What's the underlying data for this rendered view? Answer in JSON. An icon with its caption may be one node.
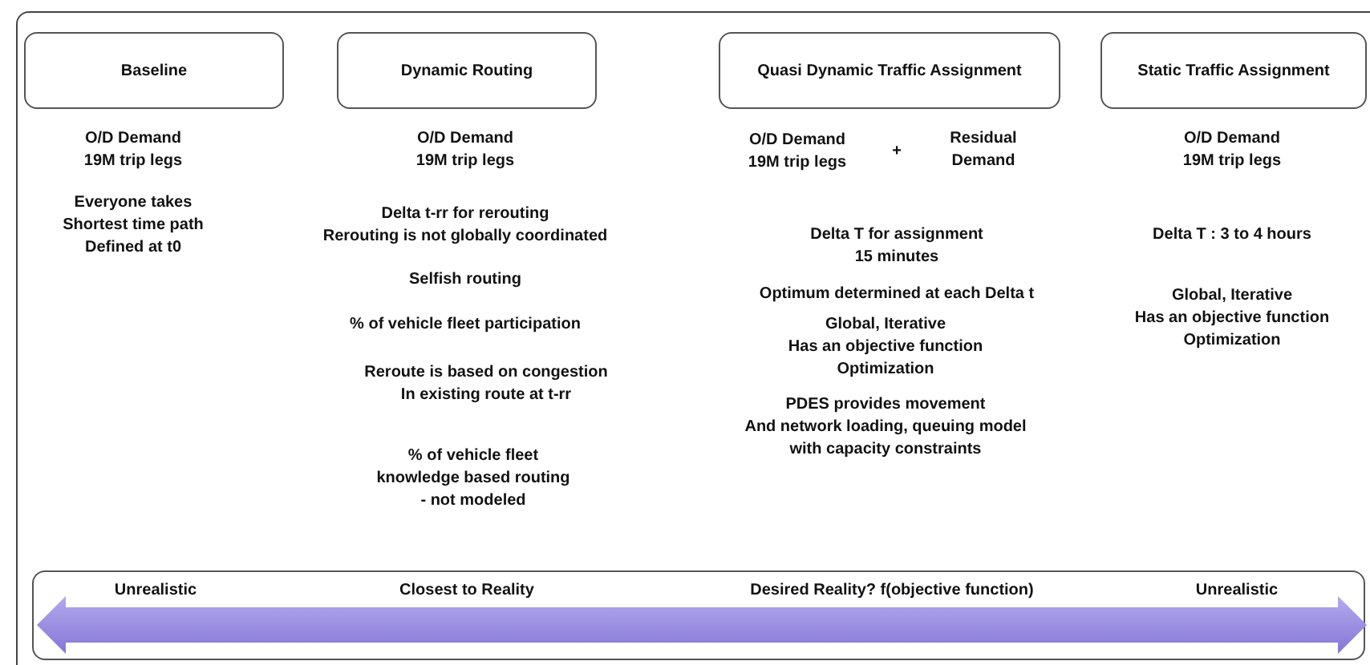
{
  "diagram": {
    "nodes": [
      {
        "text": [
          "Baseline"
        ]
      },
      {
        "text": [
          "Dynamic Routing"
        ]
      },
      {
        "text": [
          "Quasi Dynamic Traffic Assignment"
        ]
      },
      {
        "text": [
          "Static Traffic Assignment"
        ]
      },
      {
        "text": [
          "Unrealistic",
          "Closest to Reality",
          "Desired Reality? f(objective function)",
          "Unrealistic"
        ]
      }
    ],
    "labels": [
      "O/D Demand 19M trip legs",
      "Everyone takes Shortest time path Defined at t0",
      "O/D Demand 19M trip legs",
      "Delta t-rr for rerouting Rerouting is not globally coordinated",
      "Selfish routing",
      "% of vehicle fleet participation",
      "Reroute is based on congestion In existing route at t-rr",
      "% of vehicle fleet knowledge based routing - not modeled",
      "O/D Demand 19M trip legs",
      "+",
      "Residual Demand",
      "Delta T for assignment 15 minutes",
      "Optimum determined at each Delta t",
      "Global, Iterative Has an objective function Optimization",
      "PDES provides movement And network loading, queuing model with capacity constraints",
      "O/D Demand 19M trip legs",
      "Delta T : 3 to 4 hours",
      "Global, Iterative Has an objective function Optimization"
    ]
  }
}
